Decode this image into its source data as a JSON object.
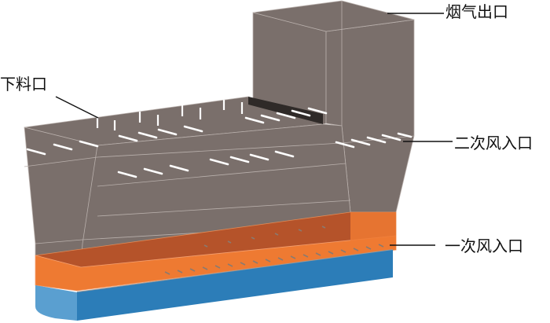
{
  "labels": {
    "flue_gas_outlet": "烟气出口",
    "feed_inlet": "下料口",
    "secondary_air_inlet": "二次风入口",
    "primary_air_inlet": "一次风入口"
  },
  "colors": {
    "body": "#7a6f6b",
    "edge": "#b9b0ac",
    "orange": "#ee7a32",
    "orange_dark": "#b5532a",
    "blue": "#2c7db8",
    "blue_light": "#5a9fd0",
    "slot": "#ffffff"
  }
}
